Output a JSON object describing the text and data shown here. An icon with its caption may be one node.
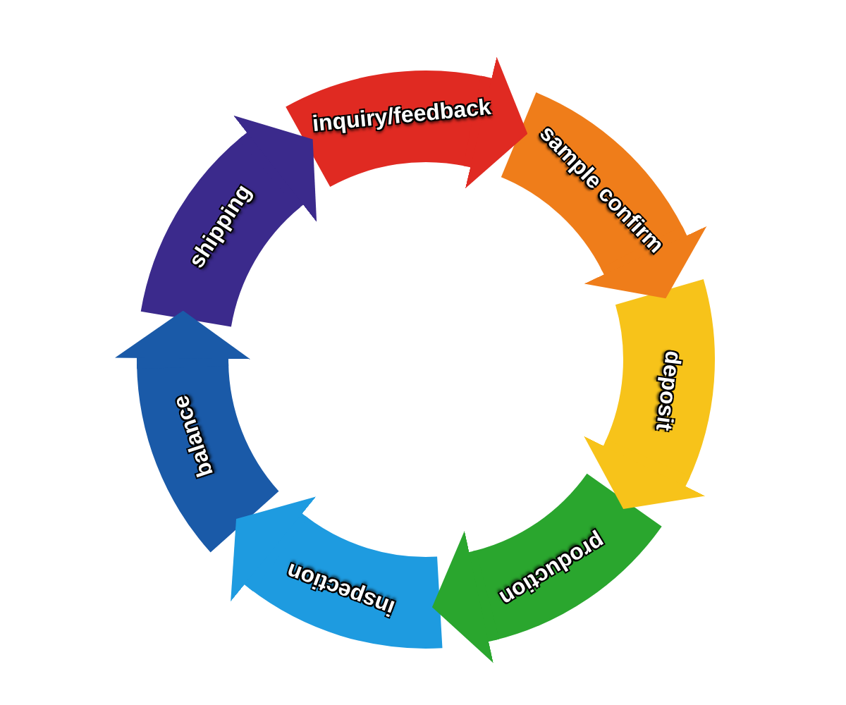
{
  "diagram": {
    "nodes": [
      {
        "text": [
          "inquiry/feedback"
        ]
      },
      {
        "text": [
          "sample confirm"
        ]
      },
      {
        "text": [
          "deposit"
        ]
      },
      {
        "text": [
          "production"
        ]
      },
      {
        "text": [
          "inspection"
        ]
      },
      {
        "text": [
          "balance"
        ]
      },
      {
        "text": [
          "shipping"
        ]
      }
    ],
    "edges": [
      {
        "from": 0,
        "to": 1,
        "arrow": "to",
        "color": "#e02a22"
      },
      {
        "from": 1,
        "to": 2,
        "arrow": "to",
        "color": "#ef7d1a"
      },
      {
        "from": 2,
        "to": 3,
        "arrow": "to",
        "color": "#f7c31a"
      },
      {
        "from": 3,
        "to": 4,
        "arrow": "to",
        "color": "#2aa62e"
      },
      {
        "from": 4,
        "to": 5,
        "arrow": "to",
        "color": "#1e9be0"
      },
      {
        "from": 5,
        "to": 6,
        "arrow": "to",
        "color": "#1a5aa8"
      },
      {
        "from": 6,
        "to": 0,
        "arrow": "to",
        "color": "#3b2a8c"
      }
    ]
  }
}
